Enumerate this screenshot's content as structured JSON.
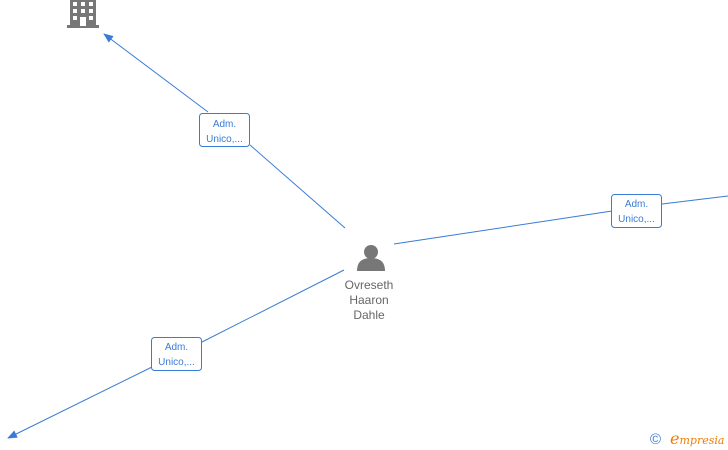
{
  "person": {
    "name_lines": [
      "Ovreseth",
      "Haaron",
      "Dahle"
    ],
    "icon": "person-icon"
  },
  "company": {
    "icon": "building-icon"
  },
  "relations": [
    {
      "label_lines": [
        "Adm.",
        "Unico,..."
      ]
    },
    {
      "label_lines": [
        "Adm.",
        "Unico,..."
      ]
    },
    {
      "label_lines": [
        "Adm.",
        "Unico,..."
      ]
    }
  ],
  "footer": {
    "copyright_symbol": "©",
    "brand_initial": "e",
    "brand_rest": "mpresia"
  },
  "colors": {
    "edge": "#3a7bd5",
    "icon": "#777777",
    "brand": "#f07d00"
  }
}
